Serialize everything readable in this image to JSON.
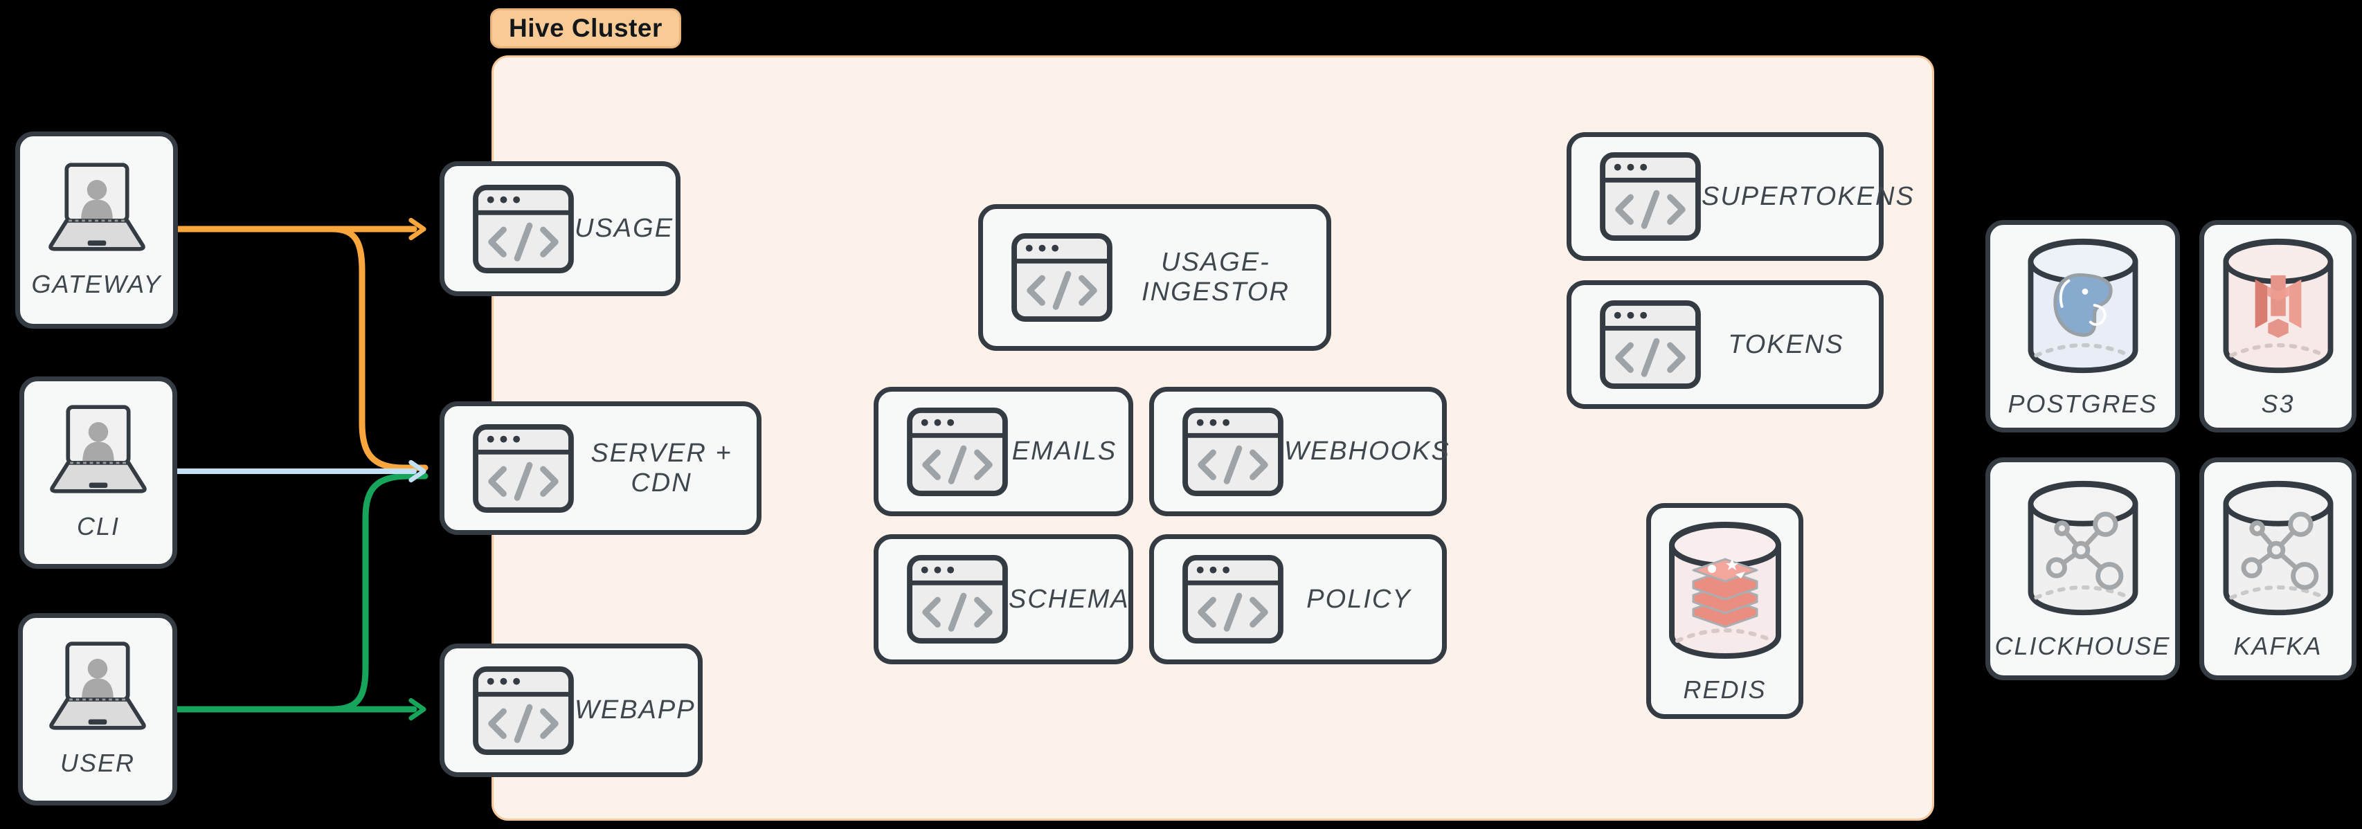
{
  "badge": {
    "label": "Hive Cluster"
  },
  "clients": {
    "gateway": {
      "label": "GATEWAY"
    },
    "cli": {
      "label": "CLI"
    },
    "user": {
      "label": "USER"
    }
  },
  "cluster": {
    "services": {
      "usage": {
        "label": "USAGE"
      },
      "server_cdn": {
        "label": "SERVER + CDN"
      },
      "webapp": {
        "label": "WEBAPP"
      },
      "usage_ingestor": {
        "label": "USAGE-INGESTOR"
      },
      "emails": {
        "label": "EMAILS"
      },
      "webhooks": {
        "label": "WEBHOOKS"
      },
      "schema": {
        "label": "SCHEMA"
      },
      "policy": {
        "label": "POLICY"
      },
      "supertokens": {
        "label": "SUPERTOKENS"
      },
      "tokens": {
        "label": "TOKENS"
      },
      "redis": {
        "label": "REDIS"
      }
    }
  },
  "external_stores": {
    "postgres": {
      "label": "POSTGRES"
    },
    "s3": {
      "label": "S3"
    },
    "clickhouse": {
      "label": "CLICKHOUSE"
    },
    "kafka": {
      "label": "KAFKA"
    }
  },
  "connections": [
    {
      "from": "GATEWAY",
      "to": "USAGE",
      "color": "#F9A63C"
    },
    {
      "from": "GATEWAY",
      "to": "SERVER + CDN",
      "color": "#F9A63C"
    },
    {
      "from": "CLI",
      "to": "SERVER + CDN",
      "color": "#C3E0F7"
    },
    {
      "from": "USER",
      "to": "SERVER + CDN",
      "color": "#17A45B"
    },
    {
      "from": "USER",
      "to": "WEBAPP",
      "color": "#17A45B"
    }
  ],
  "colors": {
    "background": "#000000",
    "cluster_fill": "#FCF2EA",
    "cluster_border": "#F6C89B",
    "badge_fill": "#F8CB96",
    "node_border": "#343B42",
    "node_fill": "#F7F9F9",
    "arrow_orange": "#F9A63C",
    "arrow_blue": "#C3E0F7",
    "arrow_green": "#17A45B"
  }
}
